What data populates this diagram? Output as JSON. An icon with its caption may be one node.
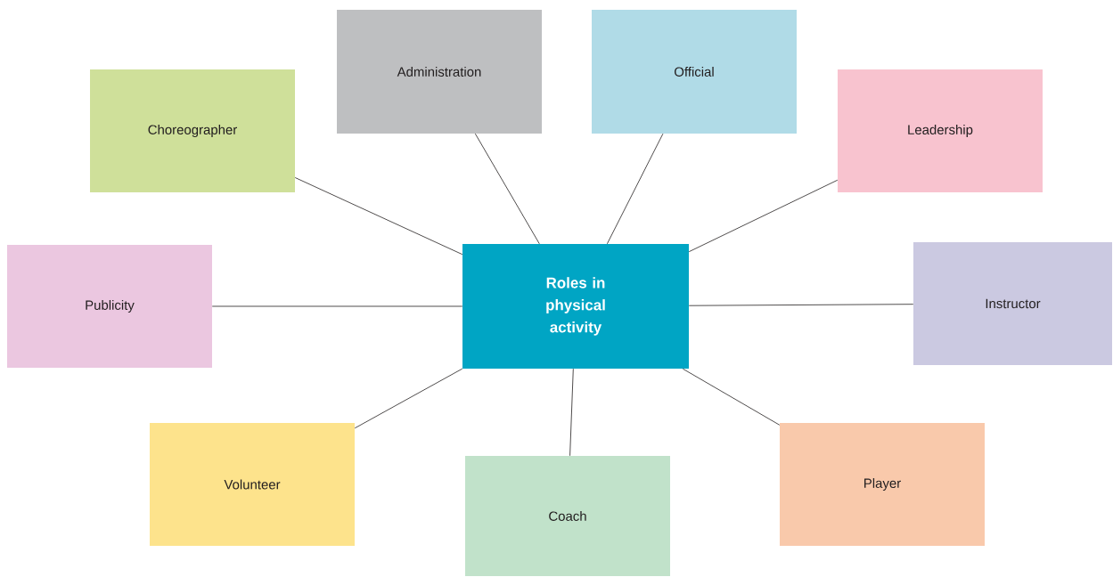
{
  "diagram": {
    "nodes": [
      {
        "text": [
          "Roles in physical activity"
        ]
      },
      {
        "text": [
          "Administration"
        ]
      },
      {
        "text": [
          "Official"
        ]
      },
      {
        "text": [
          "Choreographer"
        ]
      },
      {
        "text": [
          "Leadership"
        ]
      },
      {
        "text": [
          "Publicity"
        ]
      },
      {
        "text": [
          "Instructor"
        ]
      },
      {
        "text": [
          "Volunteer"
        ]
      },
      {
        "text": [
          "Player"
        ]
      },
      {
        "text": [
          "Coach"
        ]
      }
    ],
    "edges": [
      {
        "from": 0,
        "to": 1,
        "arrow": "none"
      },
      {
        "from": 0,
        "to": 2,
        "arrow": "none"
      },
      {
        "from": 0,
        "to": 3,
        "arrow": "none"
      },
      {
        "from": 0,
        "to": 4,
        "arrow": "none"
      },
      {
        "from": 0,
        "to": 5,
        "arrow": "none"
      },
      {
        "from": 0,
        "to": 6,
        "arrow": "none"
      },
      {
        "from": 0,
        "to": 7,
        "arrow": "none"
      },
      {
        "from": 0,
        "to": 8,
        "arrow": "none"
      },
      {
        "from": 0,
        "to": 9,
        "arrow": "none"
      }
    ]
  }
}
